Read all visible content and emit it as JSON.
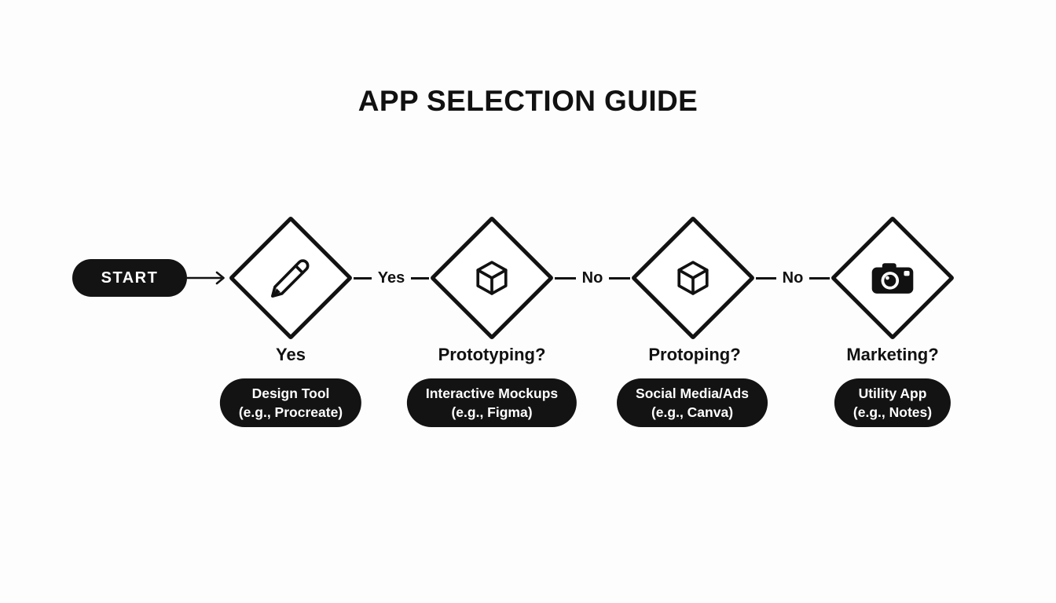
{
  "page": {
    "title": "APP SELECTION GUIDE",
    "background_color": "#fdfdfd",
    "ink_color": "#111111",
    "node_fill_color": "#131313",
    "node_text_color": "#ffffff"
  },
  "flow": {
    "start_label": "START",
    "edges": [
      {
        "label": "Yes"
      },
      {
        "label": "No"
      },
      {
        "label": "No"
      }
    ],
    "diamonds": [
      {
        "icon": "pencil-icon",
        "caption": "Yes",
        "result_line1": "Design Tool",
        "result_line2": "(e.g., Procreate)"
      },
      {
        "icon": "cube-icon",
        "caption": "Prototyping?",
        "result_line1": "Interactive Mockups",
        "result_line2": "(e.g., Figma)"
      },
      {
        "icon": "cube-icon",
        "caption": "Protoping?",
        "result_line1": "Social Media/Ads",
        "result_line2": "(e.g., Canva)"
      },
      {
        "icon": "camera-icon",
        "caption": "Marketing?",
        "result_line1": "Utility App",
        "result_line2": "(e.g., Notes)"
      }
    ]
  }
}
